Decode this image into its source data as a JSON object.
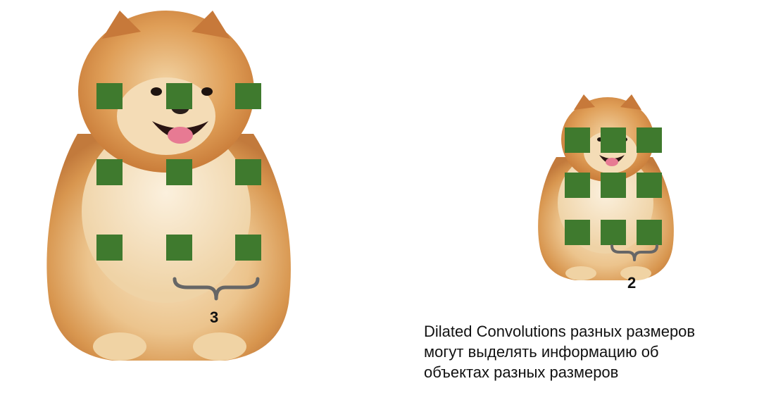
{
  "large_example": {
    "dilation_label": "3"
  },
  "small_example": {
    "dilation_label": "2"
  },
  "caption": {
    "lines": [
      "Dilated Convolutions разных размеров",
      "могут выделять информацию об",
      "объектах разных размеров"
    ]
  },
  "colors": {
    "kernel_fill": "#3f7a2e",
    "fur_light": "#f4dcb4",
    "fur_mid": "#e0a460",
    "fur_dark": "#c2773a",
    "brace": "#666666"
  },
  "icons": {
    "large_dog": "pomeranian-dog-photo",
    "small_dog": "pomeranian-dog-photo"
  }
}
